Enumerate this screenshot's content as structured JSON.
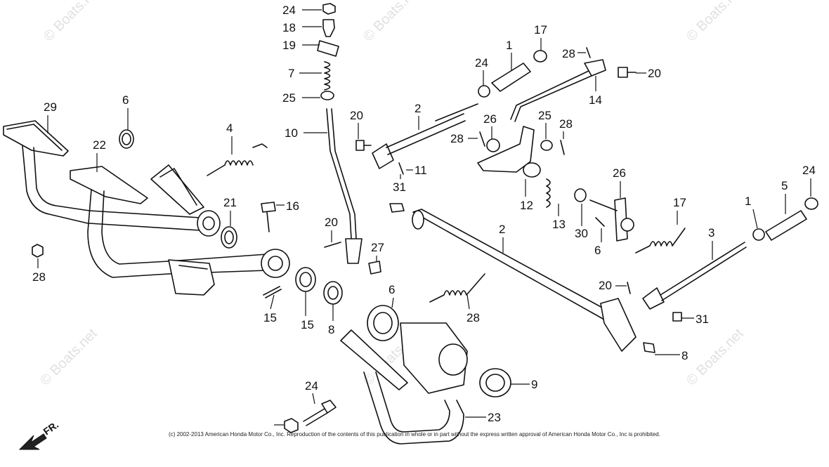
{
  "watermark": "© Boats.net",
  "copyright": "(c) 2002-2013 American Honda Motor Co., Inc. Reproduction of the contents of this publication in whole or in part without the express written approval of American Honda Motor Co., Inc is prohibited.",
  "direction_label": "FR.",
  "callouts": [
    "24",
    "18",
    "19",
    "7",
    "25",
    "10",
    "1",
    "17",
    "28",
    "20",
    "14",
    "24",
    "2",
    "20",
    "26",
    "25",
    "28",
    "28",
    "31",
    "11",
    "12",
    "13",
    "26",
    "30",
    "6",
    "17",
    "24",
    "1",
    "5",
    "2",
    "3",
    "29",
    "6",
    "4",
    "22",
    "21",
    "16",
    "28",
    "20",
    "27",
    "15",
    "15",
    "8",
    "6",
    "28",
    "20",
    "31",
    "8",
    "9",
    "23",
    "24"
  ]
}
